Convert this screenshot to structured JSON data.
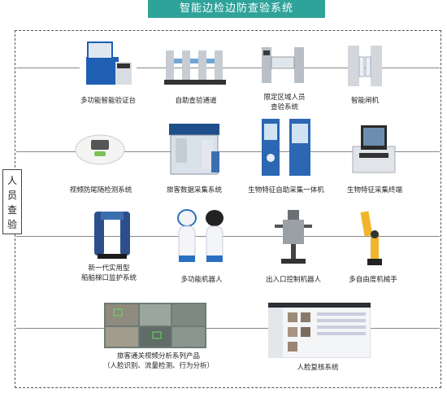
{
  "title": "智能边检边防查验系统",
  "side_label": [
    "人",
    "员",
    "查",
    "验"
  ],
  "items": [
    {
      "label": "多功能智能验证台"
    },
    {
      "label": "自助查验通道"
    },
    {
      "label": "限定区域人员",
      "label2": "查验系统"
    },
    {
      "label": "智能闸机"
    },
    {
      "label": "视频防尾随检测系统"
    },
    {
      "label": "旅客数据采集系统"
    },
    {
      "label": "生物特征自助采集一体机"
    },
    {
      "label": "生物特征采集终端"
    },
    {
      "label": "新一代实用型",
      "label2": "船舶梯口监护系统"
    },
    {
      "label": "多功能机器人"
    },
    {
      "label": "出入口控制机器人"
    },
    {
      "label": "多自由度机械手"
    },
    {
      "label": "旅客通关视频分析系列产品",
      "label2": "（人脸识别、流量检测、行为分析）"
    },
    {
      "label": "人脸复核系统"
    }
  ],
  "colors": {
    "accent": "#2fa39a",
    "product_blue": "#1f5fb4",
    "steel": "#b9bfc6"
  }
}
